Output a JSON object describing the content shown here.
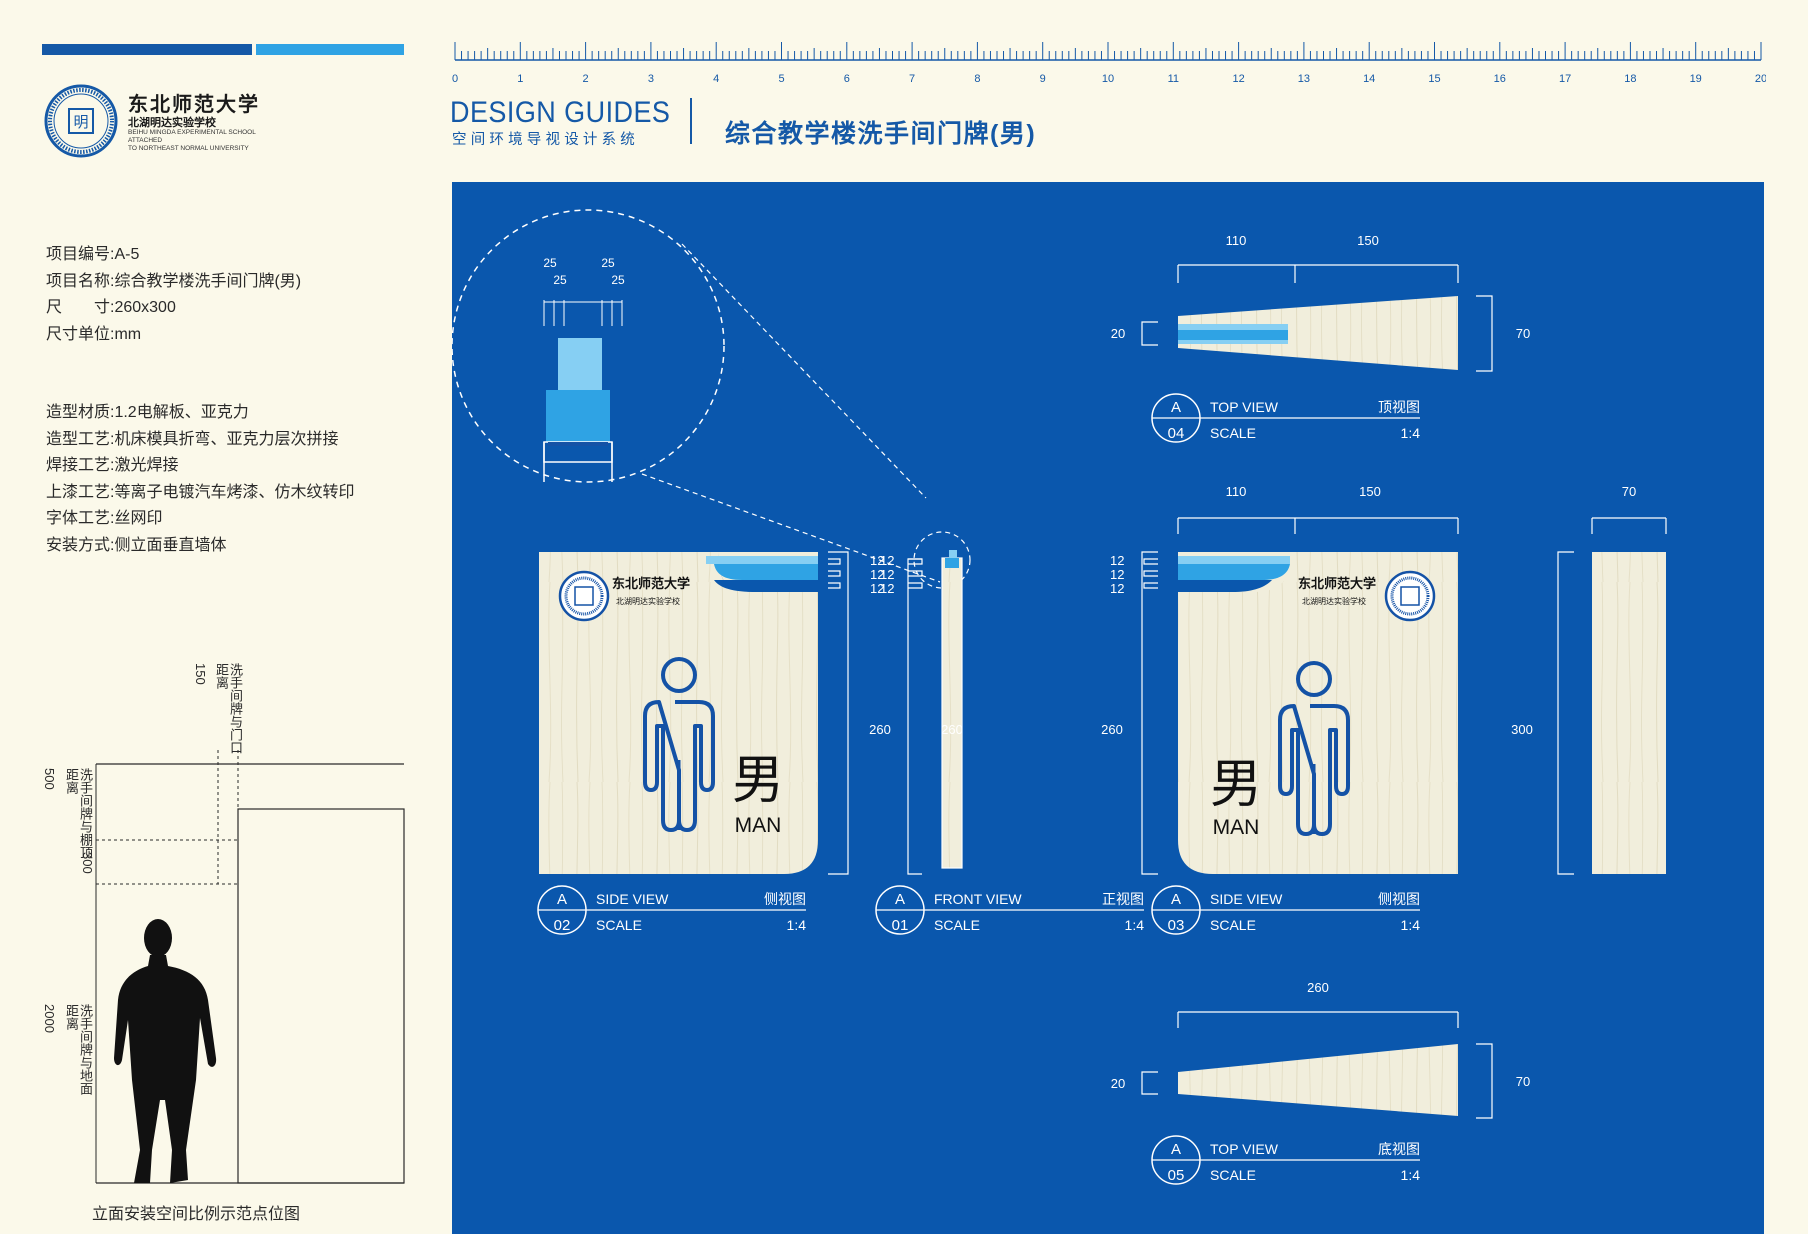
{
  "colors": {
    "page_bg": "#fbf9ea",
    "brand_blue": "#1559a7",
    "panel_blue": "#0a57ad",
    "light_blue": "#2fa3e4",
    "pale_blue": "#86cff3",
    "wood": "#f1eedc",
    "icon_blue": "#1452a6"
  },
  "header": {
    "design_title": "DESIGN GUIDES",
    "design_subtitle": "空间环境导视设计系统",
    "page_title": "综合教学楼洗手间门牌(男)",
    "ruler_ticks": [
      "0",
      "1",
      "2",
      "3",
      "4",
      "5",
      "6",
      "7",
      "8",
      "9",
      "10",
      "11",
      "12",
      "13",
      "14",
      "15",
      "16",
      "17",
      "18",
      "19",
      "20"
    ]
  },
  "logo": {
    "name_cn": "东北师范大学",
    "school_cn": "北湖明达实验学校",
    "school_en_1": "BEIHU MINGDA EXPERIMENTAL SCHOOL ATTACHED",
    "school_en_2": "TO NORTHEAST NORMAL UNIVERSITY",
    "emblem_text": "明"
  },
  "info": {
    "project_no": "项目编号:A-5",
    "project_name": "项目名称:综合教学楼洗手间门牌(男)",
    "size": "尺　　寸:260x300",
    "unit": "尺寸单位:mm",
    "material": "造型材质:1.2电解板、亚克力",
    "craft": "造型工艺:机床模具折弯、亚克力层次拼接",
    "weld": "焊接工艺:激光焊接",
    "paint": "上漆工艺:等离子电镀汽车烤漆、仿木纹转印",
    "font_craft": "字体工艺:丝网印",
    "install": "安装方式:侧立面垂直墙体"
  },
  "install_diagram": {
    "caption": "立面安装空间比例示范点位图",
    "label_door": "洗手间牌与门口距离",
    "val_door": "150",
    "label_ceiling": "洗手间牌与棚顶距离",
    "val_ceiling": "500",
    "val_sign": "300",
    "label_ground": "洗手间牌与地面距离",
    "val_ground": "2000"
  },
  "drawing": {
    "sign_char": "男",
    "sign_en": "MAN",
    "detail": {
      "d1": "25",
      "d2": "25",
      "d3": "25",
      "d4": "25"
    },
    "dims": {
      "d110": "110",
      "d150": "150",
      "d20": "20",
      "d70": "70",
      "d12": "12",
      "d260": "260",
      "d300": "300"
    },
    "views": [
      {
        "letter": "A",
        "num": "04",
        "name": "TOP VIEW",
        "name_cn": "顶视图",
        "scale_label": "SCALE",
        "scale": "1:4"
      },
      {
        "letter": "A",
        "num": "02",
        "name": "SIDE VIEW",
        "name_cn": "侧视图",
        "scale_label": "SCALE",
        "scale": "1:4"
      },
      {
        "letter": "A",
        "num": "01",
        "name": "FRONT VIEW",
        "name_cn": "正视图",
        "scale_label": "SCALE",
        "scale": "1:4"
      },
      {
        "letter": "A",
        "num": "03",
        "name": "SIDE VIEW",
        "name_cn": "侧视图",
        "scale_label": "SCALE",
        "scale": "1:4"
      },
      {
        "letter": "A",
        "num": "05",
        "name": "TOP VIEW",
        "name_cn": "底视图",
        "scale_label": "SCALE",
        "scale": "1:4"
      }
    ]
  }
}
